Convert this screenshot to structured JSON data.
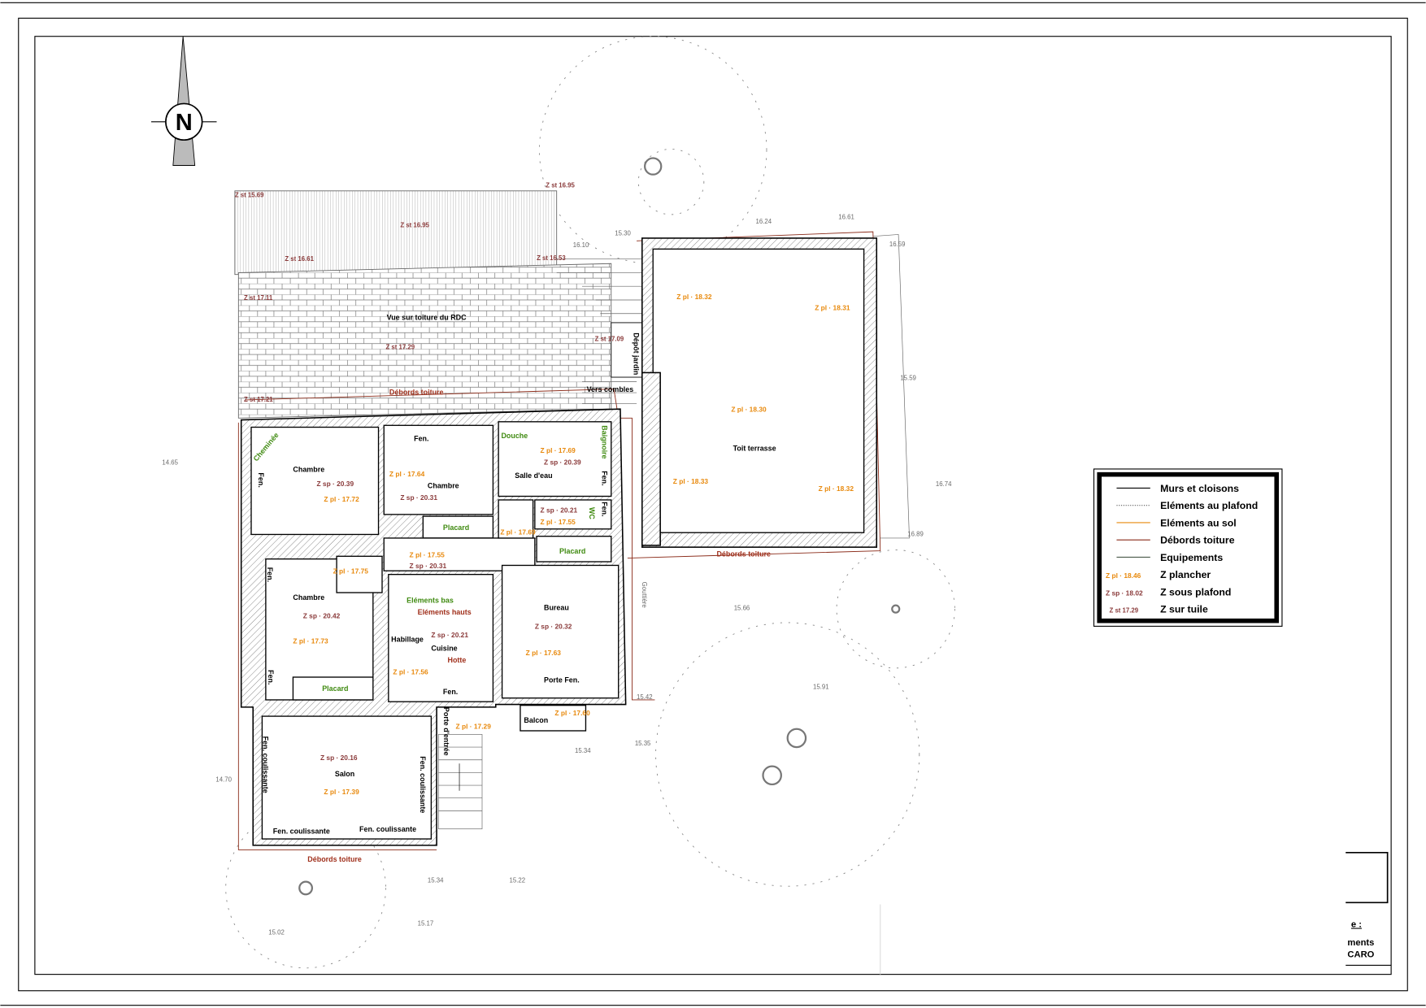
{
  "north": "N",
  "roof": {
    "title": "Vue sur toiture du RDC",
    "levels": [
      "Z st 15.69",
      "Z st 16.95",
      "Z st 16.61",
      "Z st 16.95",
      "Z st 16.53",
      "Z st 17.11",
      "Z st 17.29",
      "Z st 17.21",
      "Z st 17.09"
    ],
    "stairs_label": "Vers combles",
    "garden_store": "Dépôt jardin"
  },
  "rooms": {
    "chambre_1": {
      "name": "Chambre",
      "zsp": "Z sp · 20.39",
      "zpl": "Z pl · 17.72"
    },
    "chambre_2": {
      "name": "Chambre",
      "zsp": "Z sp · 20.31",
      "zpl": "Z pl · 17.64"
    },
    "salle_eau": {
      "name": "Salle d'eau",
      "zsp": "Z sp · 20.39",
      "zpl": "Z pl · 17.69"
    },
    "wc": {
      "name": "WC",
      "zsp": "Z sp · 20.21",
      "zpl": "Z pl · 17.55"
    },
    "chambre_3": {
      "name": "Chambre",
      "zsp": "Z sp · 20.42",
      "zpl": "Z pl · 17.73"
    },
    "cuisine": {
      "name": "Cuisine",
      "zsp": "Z sp · 20.21",
      "zpl": "Z pl · 17.56"
    },
    "bureau": {
      "name": "Bureau",
      "zsp": "Z sp · 20.32",
      "zpl": "Z pl · 17.63"
    },
    "salon": {
      "name": "Salon",
      "zsp": "Z sp · 20.16",
      "zpl": "Z pl · 17.39"
    },
    "hall": {
      "zpl": "Z pl · 17.55",
      "zsp": "Z sp · 20.31",
      "zpl_2": "Z pl · 17.69",
      "zpl_3": "Z pl · 17.75"
    },
    "balcon": {
      "name": "Balcon",
      "zpl": "Z pl · 17.60"
    },
    "entree": {
      "name": "Porte d'entrée",
      "zpl": "Z pl · 17.29"
    },
    "toit_terrasse": {
      "name": "Toit terrasse",
      "levels": [
        "Z pl · 18.32",
        "Z pl · 18.31",
        "Z pl · 18.30",
        "Z pl · 18.33",
        "Z pl · 18.32"
      ]
    }
  },
  "equipment": {
    "cheminee": "Cheminée",
    "douche": "Douche",
    "baignoire": "Baignoire",
    "placard": "Placard",
    "elements_bas": "Eléments bas",
    "elements_hauts": "Eléments hauts",
    "hotte": "Hotte",
    "habillage": "Habillage"
  },
  "openings": {
    "fen": "Fen.",
    "porte_fen": "Porte Fen.",
    "fen_coulissante": "Fen. coulissante"
  },
  "misc": {
    "debords_toiture": "Débords toiture",
    "gouttiere": "Gouttière"
  },
  "ground_levels": [
    "15.30",
    "16.10",
    "16.24",
    "16.61",
    "16.59",
    "15.59",
    "16.74",
    "16.89",
    "14.65",
    "15.66",
    "15.91",
    "15.42",
    "15.34",
    "15.35",
    "14.70",
    "15.34",
    "15.22",
    "15.17",
    "15.02"
  ],
  "legend": {
    "items": [
      {
        "label": "Murs et cloisons",
        "color": "#000000"
      },
      {
        "label": "Eléments au plafond",
        "color": "#555555"
      },
      {
        "label": "Eléments au sol",
        "color": "#e8890c"
      },
      {
        "label": "Débords toiture",
        "color": "#8a2a18"
      },
      {
        "label": "Equipements",
        "color": "#4a5a4a"
      }
    ],
    "z_items": [
      {
        "sample": "Z pl · 18.46",
        "label": "Z plancher"
      },
      {
        "sample": "Z sp · 18.02",
        "label": "Z sous plafond"
      },
      {
        "sample": "Z st 17.29",
        "label": "Z sur tuile"
      }
    ]
  },
  "title_block": {
    "line1": "e :",
    "line2": "ments",
    "line3": "CARO"
  }
}
